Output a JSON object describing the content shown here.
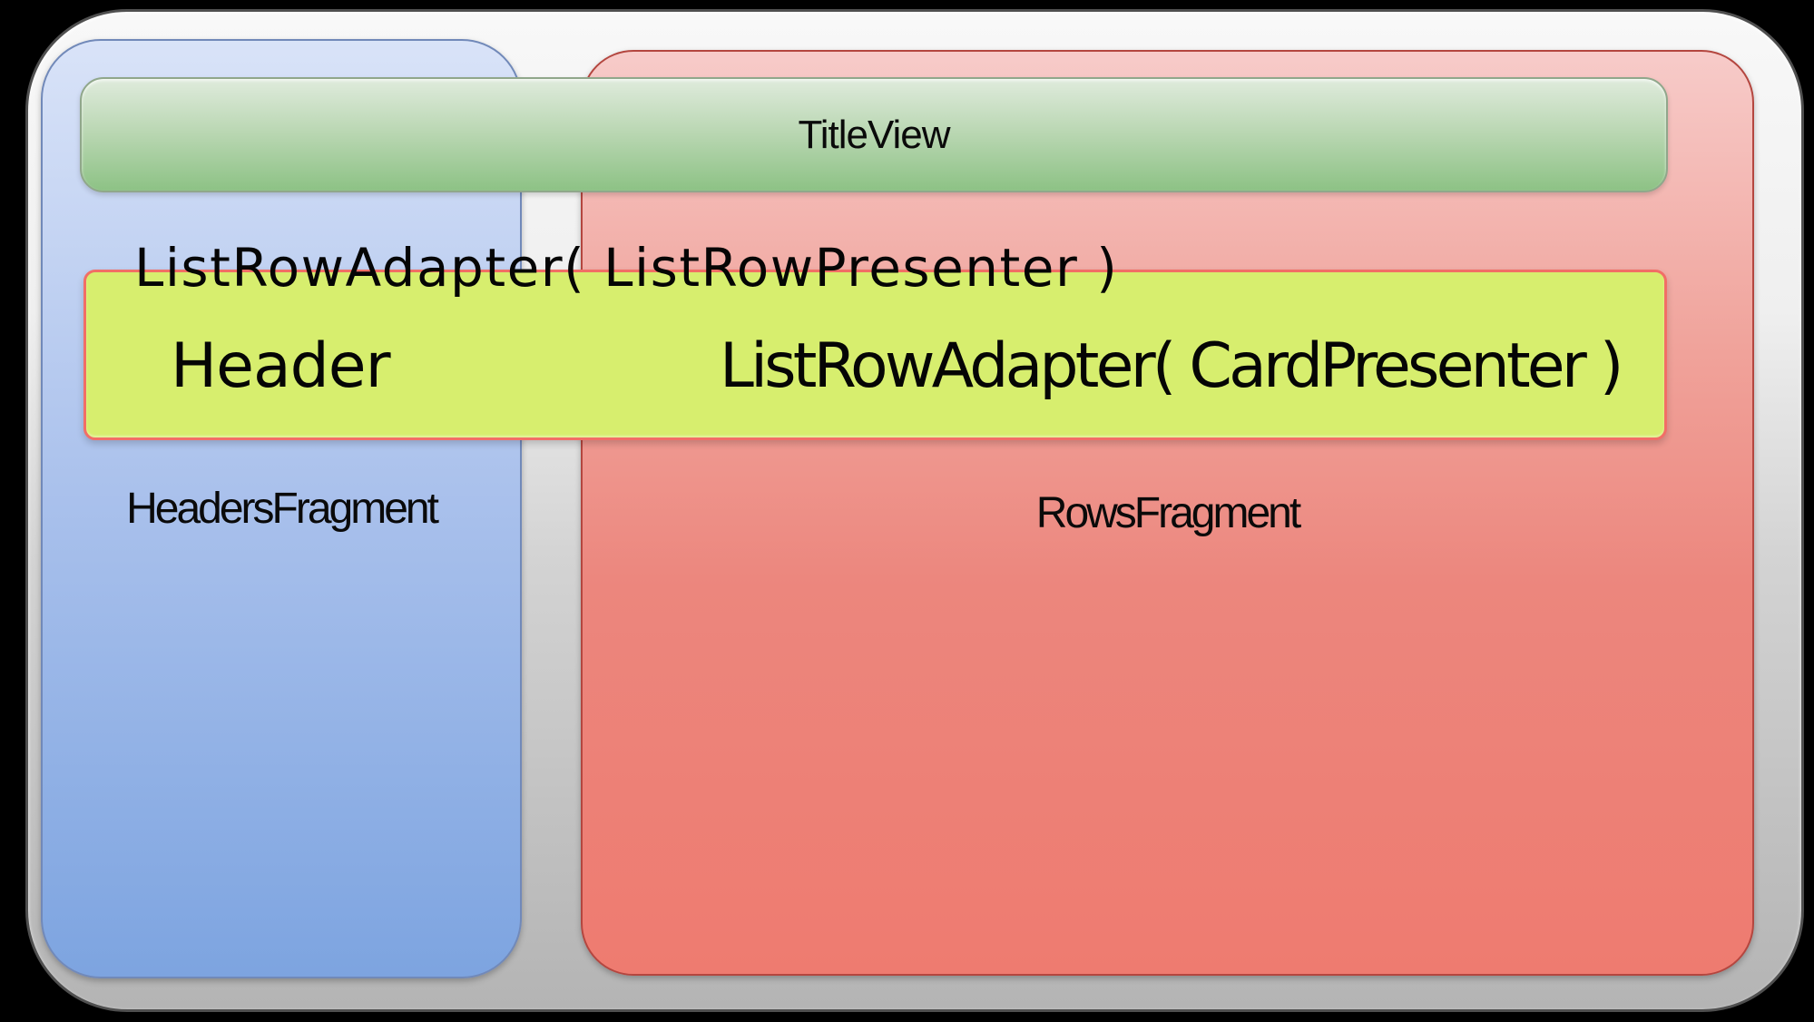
{
  "diagram": {
    "title_view": {
      "label": "TitleView"
    },
    "headers_fragment": {
      "label": "HeadersFragment"
    },
    "rows_fragment": {
      "label": "RowsFragment"
    },
    "adapter_annotation": {
      "label": "ListRowAdapter( ListRowPresenter )"
    },
    "adapter_box": {
      "header_label": "Header",
      "card_adapter_label": "ListRowAdapter( CardPresenter )"
    },
    "colors": {
      "page_background": "#000000",
      "frame_gradient_top": "#f8f8f8",
      "frame_gradient_bottom": "#b4b4b4",
      "frame_border": "#4f4f4f",
      "headers_panel_top": "#d9e3f8",
      "headers_panel_bottom": "#7da4e0",
      "headers_panel_border": "#7189b9",
      "rows_panel_top": "#f7cbc9",
      "rows_panel_bottom": "#ee7b70",
      "rows_panel_border": "#b4463f",
      "title_bar_top": "#dfebdc",
      "title_bar_bottom": "#8dc285",
      "title_bar_border": "#90a78b",
      "adapter_box_fill": "#d7ee6e",
      "adapter_box_border": "#f26e66",
      "text": "#000000"
    }
  }
}
